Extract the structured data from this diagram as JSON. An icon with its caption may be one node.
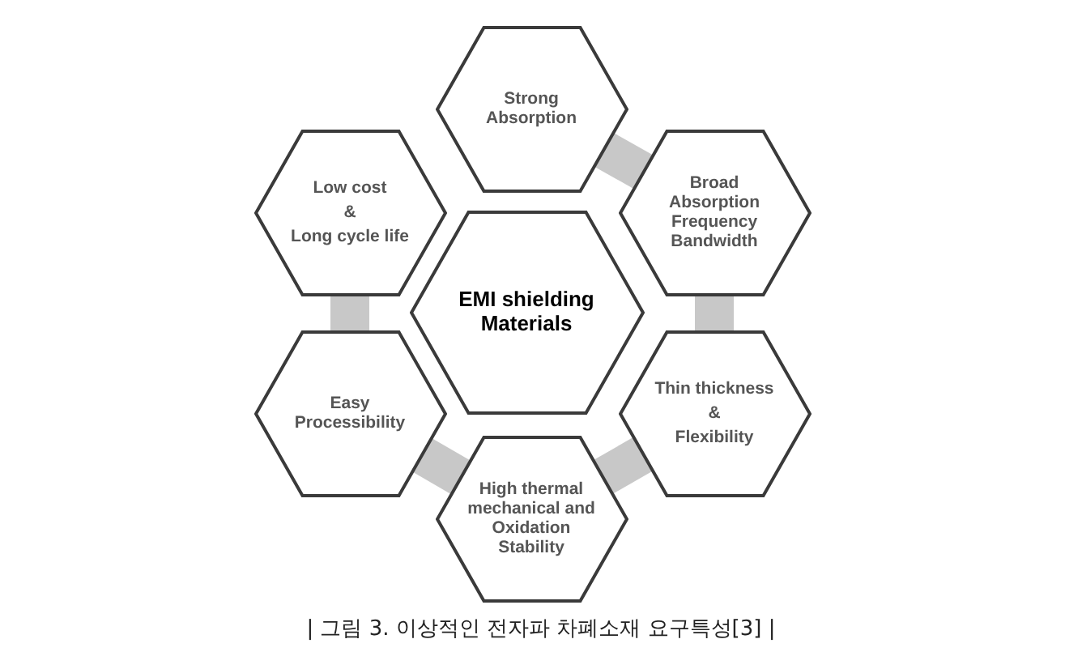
{
  "diagram": {
    "caption": "| 그림 3. 이상적인 전자파 차폐소재 요구특성[3] |",
    "nodes": [
      {
        "text": [
          "EMI shielding Materials"
        ]
      },
      {
        "text": [
          "Strong Absorption"
        ]
      },
      {
        "text": [
          "Broad Absorption Frequency Bandwidth"
        ]
      },
      {
        "text": [
          "Thin thickness",
          "&",
          "Flexibility"
        ]
      },
      {
        "text": [
          "High thermal mechanical and Oxidation Stability"
        ]
      },
      {
        "text": [
          "Easy Processibility"
        ]
      },
      {
        "text": [
          "Low cost",
          "&",
          "Long cycle life"
        ]
      }
    ],
    "edges": [
      {
        "from": 1,
        "to": 2,
        "arrow": "none"
      },
      {
        "from": 2,
        "to": 3,
        "arrow": "none"
      },
      {
        "from": 3,
        "to": 4,
        "arrow": "none"
      },
      {
        "from": 4,
        "to": 5,
        "arrow": "none"
      },
      {
        "from": 5,
        "to": 6,
        "arrow": "none"
      }
    ]
  }
}
